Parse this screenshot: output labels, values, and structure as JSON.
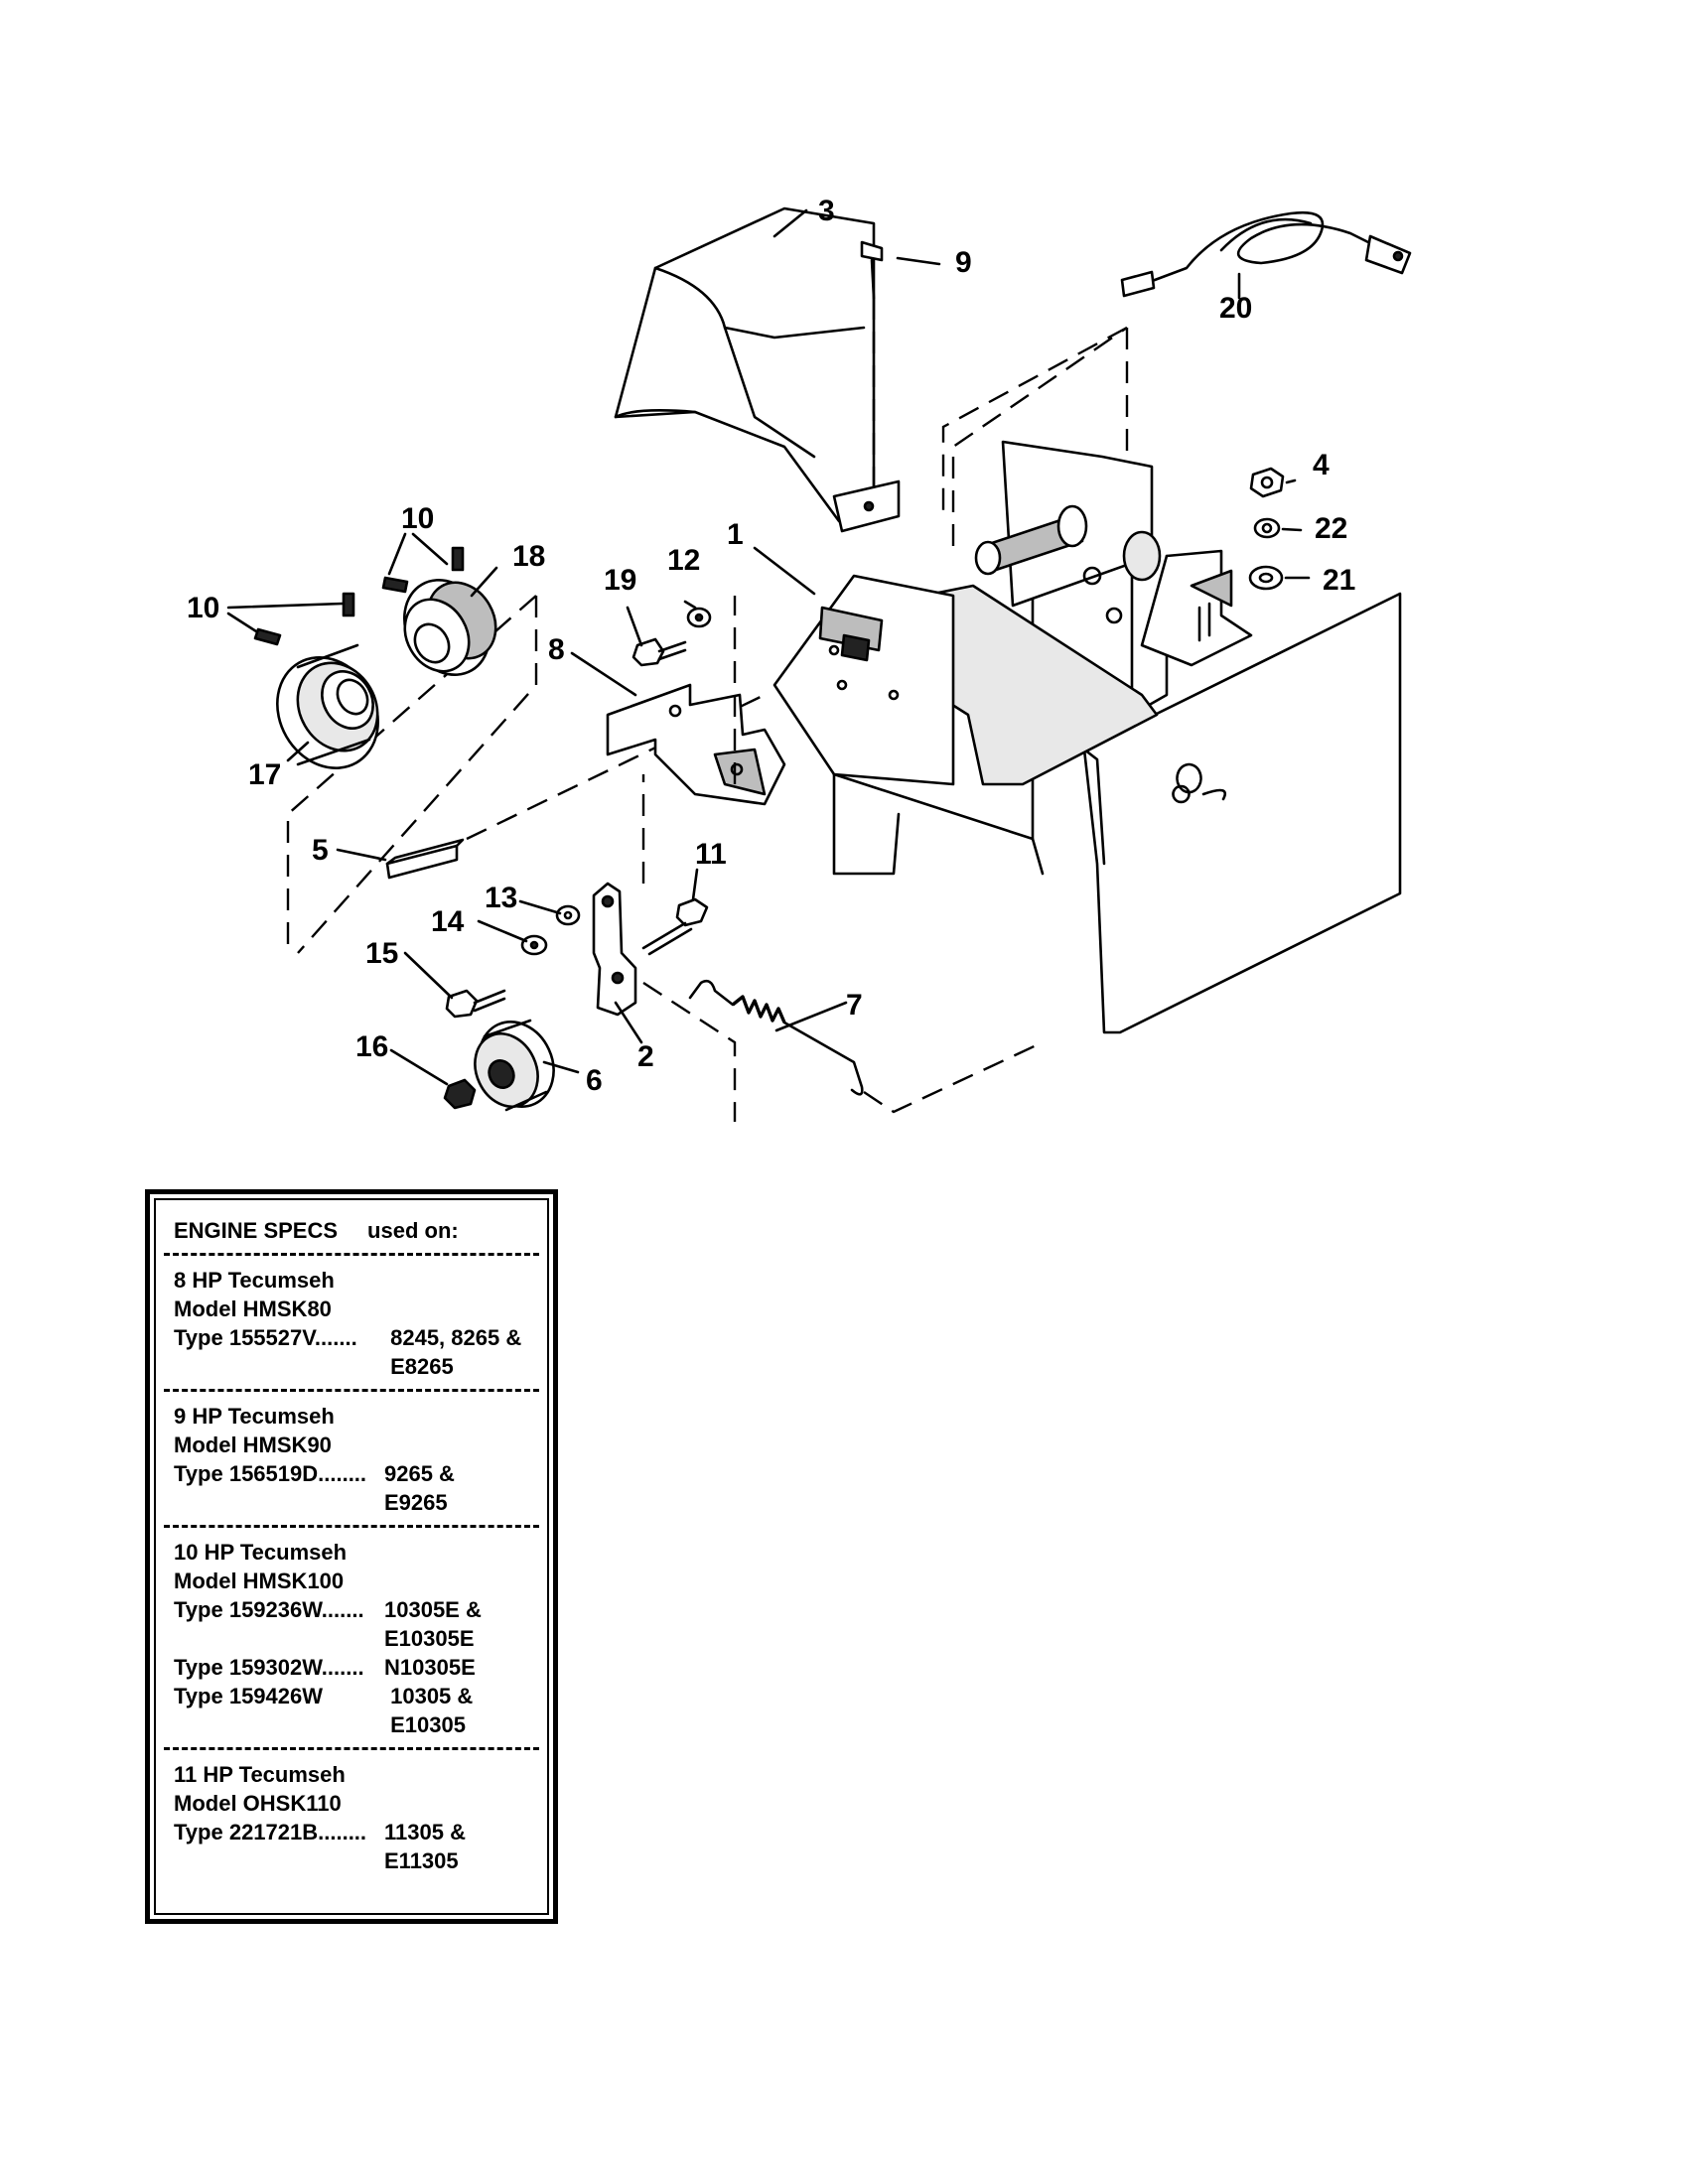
{
  "callouts": {
    "c1": "1",
    "c2": "2",
    "c3": "3",
    "c4": "4",
    "c5": "5",
    "c6": "6",
    "c7": "7",
    "c8": "8",
    "c9": "9",
    "c10a": "10",
    "c10b": "10",
    "c11": "11",
    "c12": "12",
    "c13": "13",
    "c14": "14",
    "c15": "15",
    "c16": "16",
    "c17": "17",
    "c18": "18",
    "c19": "19",
    "c20": "20",
    "c21": "21",
    "c22": "22"
  },
  "specs": {
    "header_left": "ENGINE SPECS",
    "header_right": "used on:",
    "groups": [
      {
        "lines": [
          "8 HP Tecumseh",
          "Model HMSK80"
        ],
        "rows": [
          {
            "type": "Type 155527V.......",
            "used": " 8245, 8265 &"
          },
          {
            "type": "",
            "used": " E8265"
          }
        ]
      },
      {
        "lines": [
          "9 HP Tecumseh",
          "Model HMSK90"
        ],
        "rows": [
          {
            "type": "Type 156519D........",
            "used": "9265 &"
          },
          {
            "type": "",
            "used": "E9265"
          }
        ]
      },
      {
        "lines": [
          "10 HP Tecumseh",
          "Model HMSK100"
        ],
        "rows": [
          {
            "type": "Type 159236W.......",
            "used": "10305E &"
          },
          {
            "type": "",
            "used": "E10305E"
          },
          {
            "type": "Type 159302W.......",
            "used": "N10305E"
          },
          {
            "type": "Type 159426W",
            "used": " 10305 &"
          },
          {
            "type": "",
            "used": " E10305"
          }
        ]
      },
      {
        "lines": [
          "11 HP Tecumseh",
          "Model OHSK110"
        ],
        "rows": [
          {
            "type": "Type 221721B........",
            "used": "11305 &"
          },
          {
            "type": "",
            "used": "E11305"
          }
        ]
      }
    ]
  }
}
